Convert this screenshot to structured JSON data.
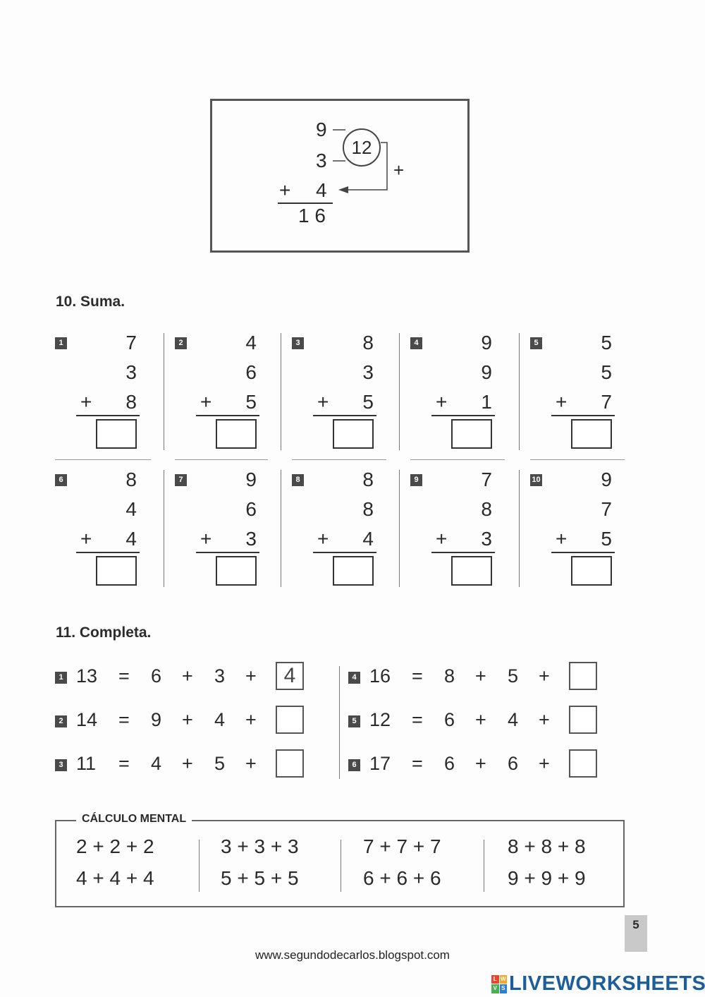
{
  "example": {
    "n1": "9",
    "n2": "3",
    "circle": "12",
    "plus_right": "+",
    "n3_op": "+",
    "n3": "4",
    "result": "1 6"
  },
  "section10": {
    "title": "10. Suma.",
    "problems": [
      {
        "badge": "1",
        "a": "7",
        "b": "3",
        "c": "8"
      },
      {
        "badge": "2",
        "a": "4",
        "b": "6",
        "c": "5"
      },
      {
        "badge": "3",
        "a": "8",
        "b": "3",
        "c": "5"
      },
      {
        "badge": "4",
        "a": "9",
        "b": "9",
        "c": "1"
      },
      {
        "badge": "5",
        "a": "5",
        "b": "5",
        "c": "7"
      },
      {
        "badge": "6",
        "a": "8",
        "b": "4",
        "c": "4"
      },
      {
        "badge": "7",
        "a": "9",
        "b": "6",
        "c": "3"
      },
      {
        "badge": "8",
        "a": "8",
        "b": "8",
        "c": "4"
      },
      {
        "badge": "9",
        "a": "7",
        "b": "8",
        "c": "3"
      },
      {
        "badge": "10",
        "a": "9",
        "b": "7",
        "c": "5"
      }
    ],
    "plus": "+"
  },
  "section11": {
    "title": "11. Completa.",
    "rows": [
      {
        "badge": "1",
        "total": "13",
        "eq": "=",
        "a": "6",
        "p1": "+",
        "b": "3",
        "p2": "+",
        "answer": "4"
      },
      {
        "badge": "2",
        "total": "14",
        "eq": "=",
        "a": "9",
        "p1": "+",
        "b": "4",
        "p2": "+",
        "answer": ""
      },
      {
        "badge": "3",
        "total": "11",
        "eq": "=",
        "a": "4",
        "p1": "+",
        "b": "5",
        "p2": "+",
        "answer": ""
      },
      {
        "badge": "4",
        "total": "16",
        "eq": "=",
        "a": "8",
        "p1": "+",
        "b": "5",
        "p2": "+",
        "answer": ""
      },
      {
        "badge": "5",
        "total": "12",
        "eq": "=",
        "a": "6",
        "p1": "+",
        "b": "4",
        "p2": "+",
        "answer": ""
      },
      {
        "badge": "6",
        "total": "17",
        "eq": "=",
        "a": "6",
        "p1": "+",
        "b": "6",
        "p2": "+",
        "answer": ""
      }
    ]
  },
  "mental": {
    "title": "CÁLCULO MENTAL",
    "items": [
      "2 + 2 + 2",
      "3 + 3 + 3",
      "7 + 7 + 7",
      "8 + 8 + 8",
      "4 + 4 + 4",
      "5 + 5 + 5",
      "6 + 6 + 6",
      "9 + 9 + 9"
    ]
  },
  "page_number": "5",
  "footer_url": "www.segundodecarlos.blogspot.com",
  "brand": {
    "name": "LIVEWORKSHEETS",
    "icon_letters": [
      "L",
      "W",
      "V",
      "S"
    ]
  }
}
